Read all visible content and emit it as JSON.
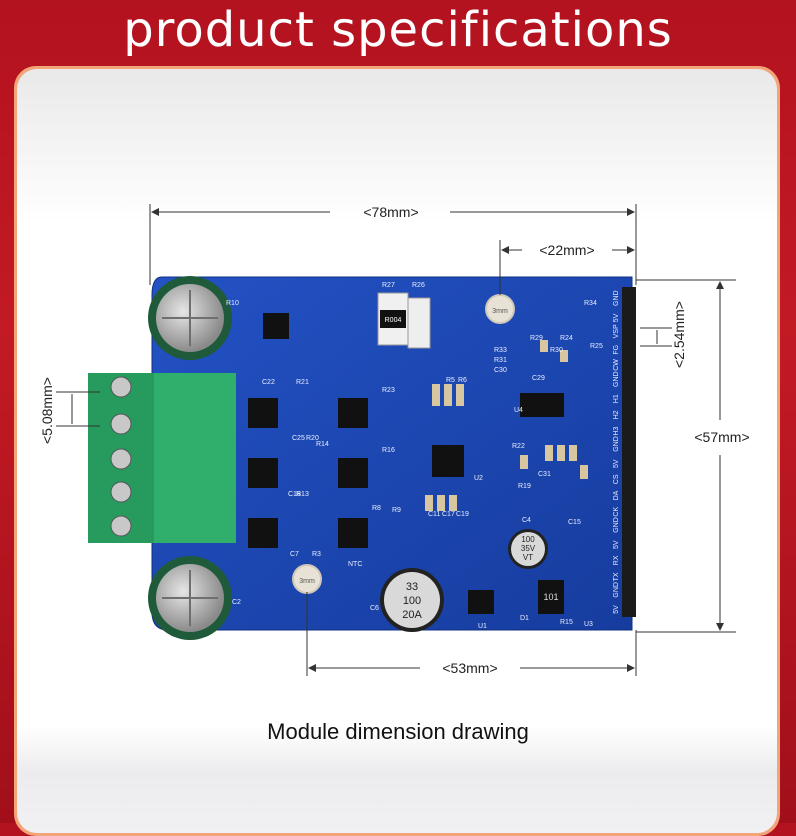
{
  "header": {
    "title": "product specifications"
  },
  "caption": "Module dimension drawing",
  "dimensions": {
    "width": "<78mm>",
    "header_offset": "<22mm>",
    "height": "<57mm>",
    "pin_pitch": "<2.54mm>",
    "terminal_pitch": "<5.08mm>",
    "hole_spacing": "<53mm>"
  },
  "board": {
    "mount_hole_label": "3mm",
    "capacitor_1": [
      "33",
      "100",
      "20A"
    ],
    "capacitor_2": [
      "100",
      "35V",
      "VT"
    ],
    "resistor_code": "R004",
    "inductor_code": "101",
    "pin_labels": [
      "GND",
      "5V",
      "VSP",
      "FG",
      "CW",
      "GND",
      "H1",
      "H2",
      "H3",
      "GND",
      "5V",
      "CS",
      "DA",
      "CK",
      "GND",
      "5V",
      "RX",
      "TX",
      "GND",
      "5V"
    ],
    "silk_labels": [
      "R27",
      "R26",
      "R10",
      "R34",
      "R25",
      "R33",
      "R31",
      "C30",
      "R30",
      "R29",
      "C29",
      "R24",
      "U4",
      "C22",
      "R21",
      "R23",
      "R5",
      "R6",
      "R16",
      "R14",
      "R13",
      "R8",
      "R9",
      "U2",
      "C4",
      "C15",
      "U1",
      "U3",
      "R15",
      "D1",
      "C6",
      "NTC",
      "C7",
      "R3",
      "C2",
      "C18",
      "C25",
      "R20",
      "C11",
      "C17",
      "C19",
      "R19",
      "R22",
      "C31"
    ],
    "colors": {
      "pcb": "#1c48b8",
      "terminal": "#2fae6c",
      "dim_line": "#333333",
      "frame": "#f3a57a"
    }
  }
}
